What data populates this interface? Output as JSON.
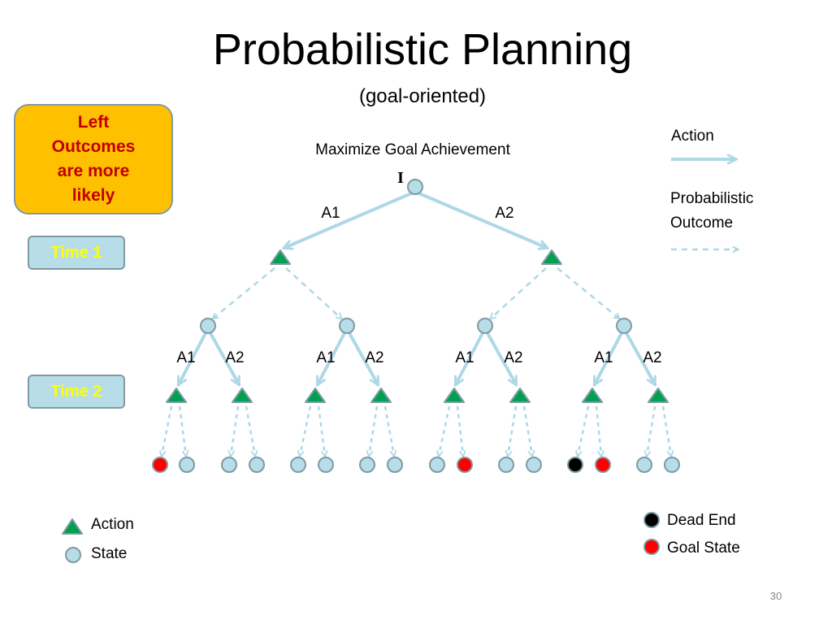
{
  "slide": {
    "title": "Probabilistic Planning",
    "subtitle": "(goal-oriented)",
    "page_number": "30"
  },
  "note": {
    "text": "Left Outcomes are more likely"
  },
  "time_labels": [
    "Time 1",
    "Time 2"
  ],
  "tree": {
    "heading": "Maximize Goal Achievement",
    "root_label": "I",
    "level1_actions": [
      "A1",
      "A2"
    ],
    "level2_actions": [
      "A1",
      "A2",
      "A1",
      "A2",
      "A1",
      "A2",
      "A1",
      "A2"
    ],
    "leaf_types": [
      "goal",
      "state",
      "state",
      "state",
      "state",
      "state",
      "state",
      "state",
      "state",
      "goal",
      "state",
      "state",
      "dead-end",
      "goal"
    ]
  },
  "legend": {
    "action_arrow": "Action",
    "outcome_arrow": "Probabilistic Outcome",
    "action_symbol": "Action",
    "state_symbol": "State",
    "dead_end": "Dead End",
    "goal_state": "Goal State"
  },
  "colors": {
    "edge": "#add8e6",
    "state_fill": "#b7dde8",
    "state_stroke": "#7f9aa3",
    "action_fill": "#00a050",
    "goal_fill": "#ff0000",
    "dead_end_fill": "#000000",
    "note_fill": "#ffc000",
    "note_text": "#c00000",
    "time_text": "#ffff00"
  }
}
